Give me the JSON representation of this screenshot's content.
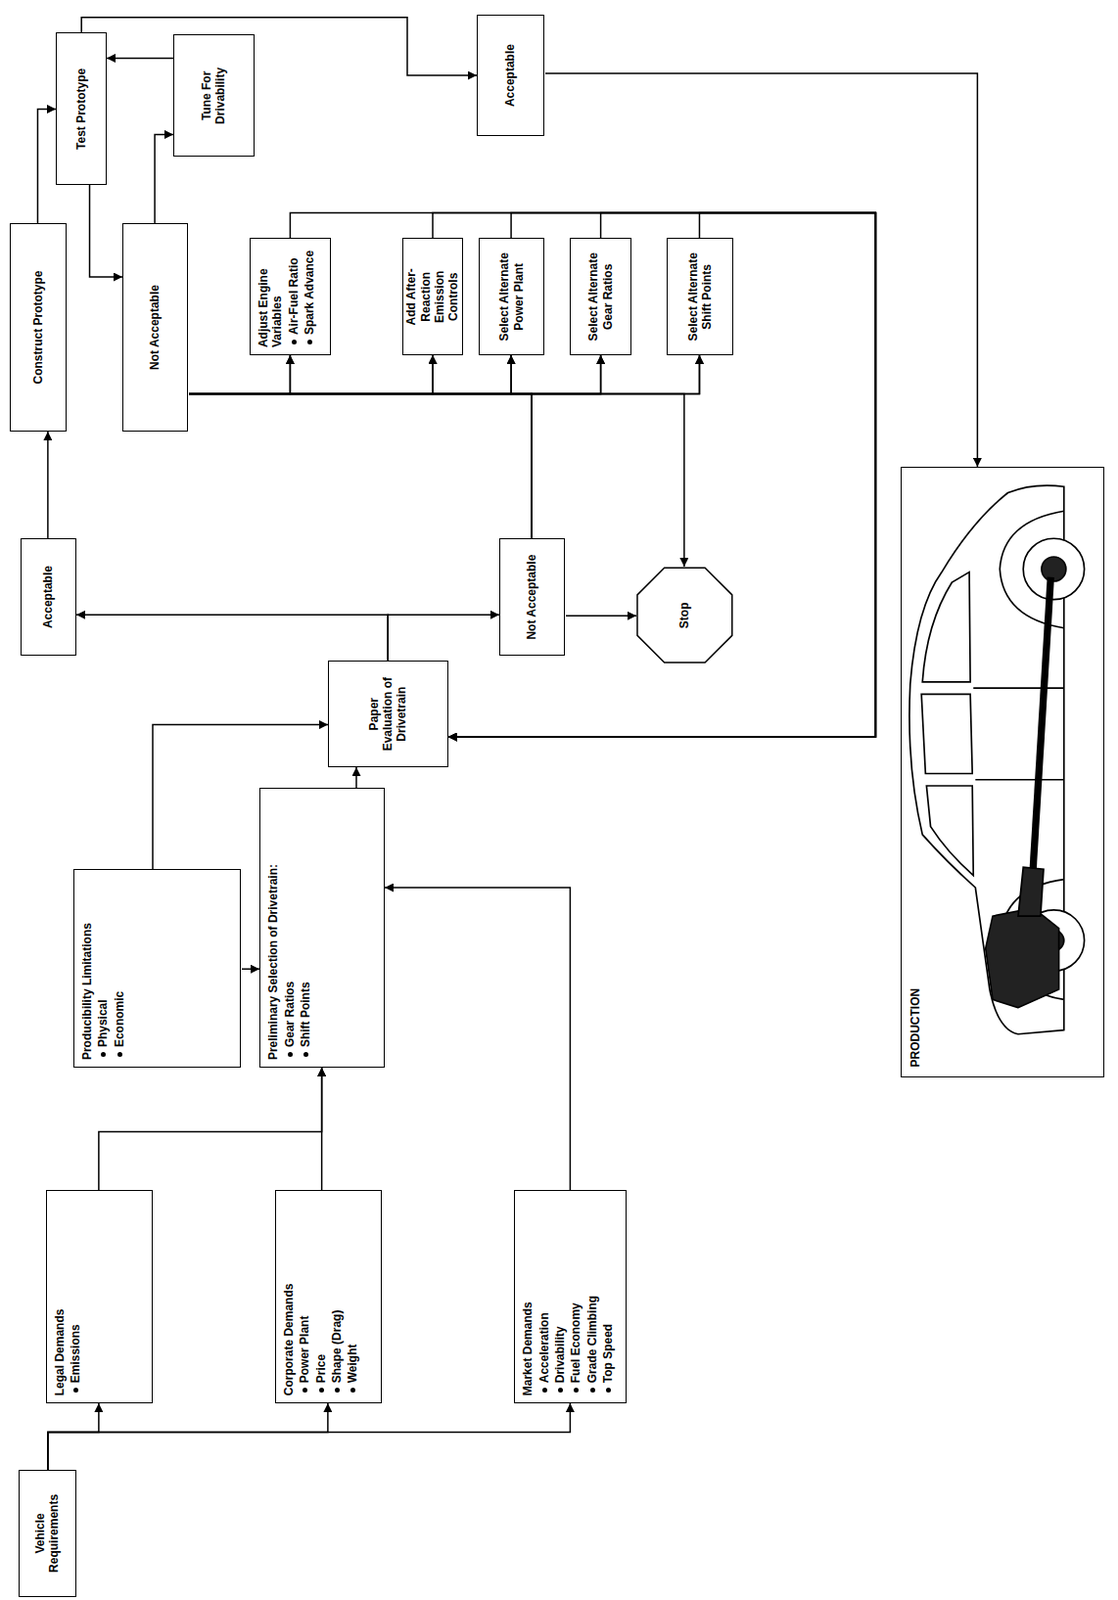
{
  "diagram": {
    "nodes": [
      {
        "text": [
          "Vehicle Requirements"
        ]
      },
      {
        "text": [
          "Legal Demands",
          "Emissions"
        ]
      },
      {
        "text": [
          "Corporate Demands",
          "Power Plant",
          "Price",
          "Shape (Drag)",
          "Weight"
        ]
      },
      {
        "text": [
          "Market Demands",
          "Acceleration",
          "Drivability",
          "Fuel Economy",
          "Grade Climbing",
          "Top Speed"
        ]
      },
      {
        "text": [
          "Producibility Limitations",
          "Physical",
          "Economic"
        ]
      },
      {
        "text": [
          "Preliminary Selection of Drivetrain:",
          "Gear Ratios",
          "Shift Points"
        ]
      },
      {
        "text": [
          "Paper Evaluation of Drivetrain"
        ]
      },
      {
        "text": [
          "Acceptable"
        ]
      },
      {
        "text": [
          "Not Acceptable"
        ]
      },
      {
        "text": [
          "Stop"
        ]
      },
      {
        "text": [
          "Construct Prototype"
        ]
      },
      {
        "text": [
          "Not Acceptable"
        ]
      },
      {
        "text": [
          "Adjust Engine Variables",
          "Air-Fuel Ratio",
          "Spark Advance"
        ]
      },
      {
        "text": [
          "Add After-Reaction Emission Controls"
        ]
      },
      {
        "text": [
          "Select Alternate Power Plant"
        ]
      },
      {
        "text": [
          "Select Alternate Gear Ratios"
        ]
      },
      {
        "text": [
          "Select Alternate Shift Points"
        ]
      },
      {
        "text": [
          "Test Prototype"
        ]
      },
      {
        "text": [
          "Tune For Drivability"
        ]
      },
      {
        "text": [
          "Acceptable"
        ]
      },
      {
        "text": [
          "PRODUCTION"
        ]
      }
    ],
    "edges": [
      {
        "from": 0,
        "to": 1,
        "arrow": "to"
      },
      {
        "from": 0,
        "to": 2,
        "arrow": "to"
      },
      {
        "from": 0,
        "to": 3,
        "arrow": "to"
      },
      {
        "from": 1,
        "to": 5,
        "arrow": "to"
      },
      {
        "from": 2,
        "to": 5,
        "arrow": "to"
      },
      {
        "from": 3,
        "to": 5,
        "arrow": "to"
      },
      {
        "from": 4,
        "to": 5,
        "arrow": "to"
      },
      {
        "from": 4,
        "to": 6,
        "arrow": "to"
      },
      {
        "from": 5,
        "to": 6,
        "arrow": "to"
      },
      {
        "from": 6,
        "to": 7,
        "arrow": "to"
      },
      {
        "from": 6,
        "to": 8,
        "arrow": "to"
      },
      {
        "from": 7,
        "to": 10,
        "arrow": "to"
      },
      {
        "from": 10,
        "to": 17,
        "arrow": "to"
      },
      {
        "from": 17,
        "to": 11,
        "arrow": "to"
      },
      {
        "from": 11,
        "to": 18,
        "arrow": "to"
      },
      {
        "from": 18,
        "to": 17,
        "arrow": "to"
      },
      {
        "from": 17,
        "to": 19,
        "arrow": "to"
      },
      {
        "from": 19,
        "to": 20,
        "arrow": "to"
      },
      {
        "from": 8,
        "to": 12,
        "arrow": "to"
      },
      {
        "from": 8,
        "to": 13,
        "arrow": "to"
      },
      {
        "from": 8,
        "to": 14,
        "arrow": "to"
      },
      {
        "from": 8,
        "to": 15,
        "arrow": "to"
      },
      {
        "from": 8,
        "to": 16,
        "arrow": "to"
      },
      {
        "from": 8,
        "to": 9,
        "arrow": "to"
      },
      {
        "from": 11,
        "to": 12,
        "arrow": "to"
      },
      {
        "from": 11,
        "to": 13,
        "arrow": "to"
      },
      {
        "from": 11,
        "to": 14,
        "arrow": "to"
      },
      {
        "from": 11,
        "to": 15,
        "arrow": "to"
      },
      {
        "from": 11,
        "to": 16,
        "arrow": "to"
      },
      {
        "from": 11,
        "to": 9,
        "arrow": "to"
      },
      {
        "from": 12,
        "to": 6,
        "arrow": "to"
      },
      {
        "from": 13,
        "to": 6,
        "arrow": "to"
      },
      {
        "from": 14,
        "to": 6,
        "arrow": "to"
      },
      {
        "from": 15,
        "to": 6,
        "arrow": "to"
      },
      {
        "from": 16,
        "to": 6,
        "arrow": "to"
      }
    ]
  }
}
